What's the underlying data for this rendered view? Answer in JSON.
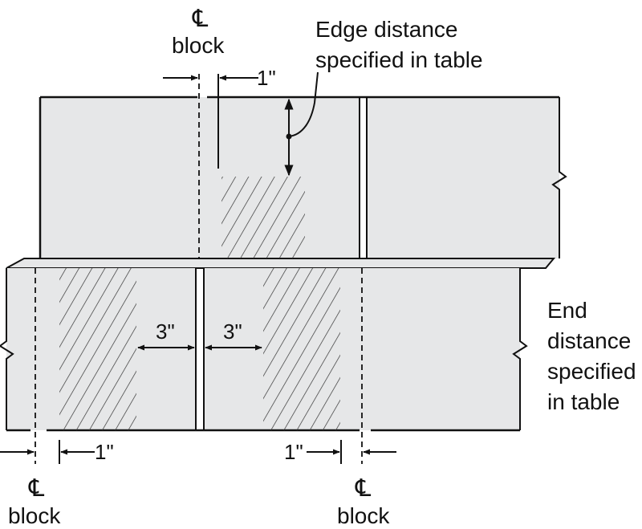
{
  "colors": {
    "block_fill": "#e6e7e8",
    "stroke": "#111111",
    "hatch": "#333333",
    "background": "#ffffff"
  },
  "labels": {
    "centerline_symbol": "℄",
    "block": "block",
    "edge_distance_line1": "Edge distance",
    "edge_distance_line2": "specified in table",
    "end_distance_line1": "End",
    "end_distance_line2": "distance",
    "end_distance_line3": "specified",
    "end_distance_line4": "in table",
    "dim_1in": "1\"",
    "dim_3in": "3\""
  }
}
